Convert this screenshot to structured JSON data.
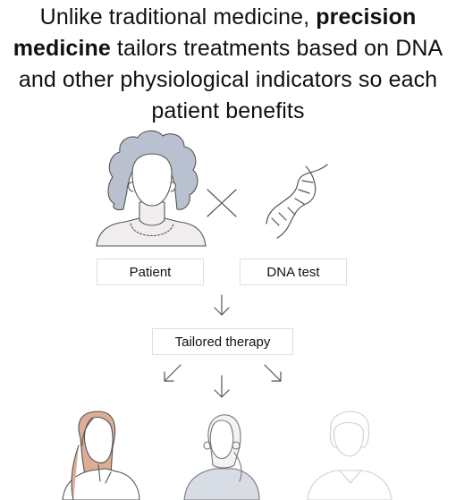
{
  "headline": {
    "part1": "Unlike traditional medicine, ",
    "bold1": "precision",
    "bold2": "medicine",
    "part2": " tailors treatments based on DNA and other physiological indicators so each patient benefits"
  },
  "labels": {
    "patient": "Patient",
    "dna_test": "DNA test",
    "tailored_therapy": "Tailored therapy"
  },
  "icons": {
    "patient": "woman-curly-hair-icon",
    "combine": "multiply-cross-icon",
    "dna": "dna-helix-icon",
    "arrow_down": "arrow-down-icon",
    "arrow_down_left": "arrow-down-left-icon",
    "arrow_down_right": "arrow-down-right-icon",
    "outcome_1": "person-long-hair-icon",
    "outcome_2": "person-earrings-icon",
    "outcome_3": "person-short-hair-icon"
  },
  "colors": {
    "text": "#111111",
    "line": "#555555",
    "box_border": "#dedede",
    "hair_blue_grey": "#b9c0cf",
    "skin_light": "#f2eef0",
    "clothes_light": "#f1ecef",
    "hair_peach": "#dcae96",
    "clothes_blue_grey": "#d8dde5",
    "faded_line": "#cfcfcf"
  }
}
